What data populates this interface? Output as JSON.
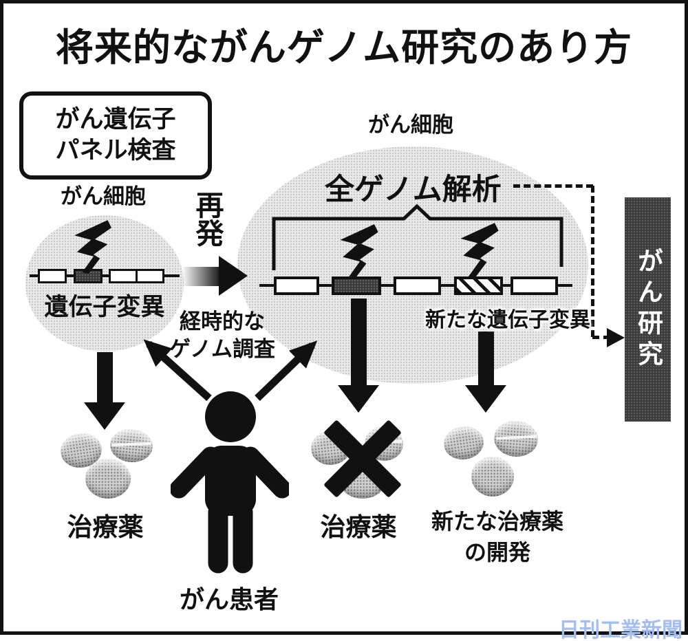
{
  "title": "将来的ながんゲノム研究のあり方",
  "panel_box": {
    "line1": "がん遺伝子",
    "line2": "パネル検査"
  },
  "left_cell": {
    "label": "がん細胞",
    "mutation_label": "遺伝子変異"
  },
  "recurrence_label": "再発",
  "survey": {
    "line1": "経時的な",
    "line2": "ゲノム調査"
  },
  "big_cell": {
    "label": "がん細胞",
    "analysis_label": "全ゲノム解析",
    "new_mutation_label": "新たな遺伝子変異"
  },
  "research_bar": {
    "label": "がん研究"
  },
  "outcomes": {
    "left_drug": "治療薬",
    "center_drug": "治療薬",
    "new_drug_line1": "新たな治療薬",
    "new_drug_line2": "の開発"
  },
  "patient_label": "がん患者",
  "watermark": "日刊工業新聞",
  "colors": {
    "ink": "#111111",
    "halftone_gray": "#e9e9e9",
    "dark_bar": "#3c3c3c",
    "pill_gray": "#cfcfcf",
    "watermark_blue": "#a4bdf2"
  }
}
